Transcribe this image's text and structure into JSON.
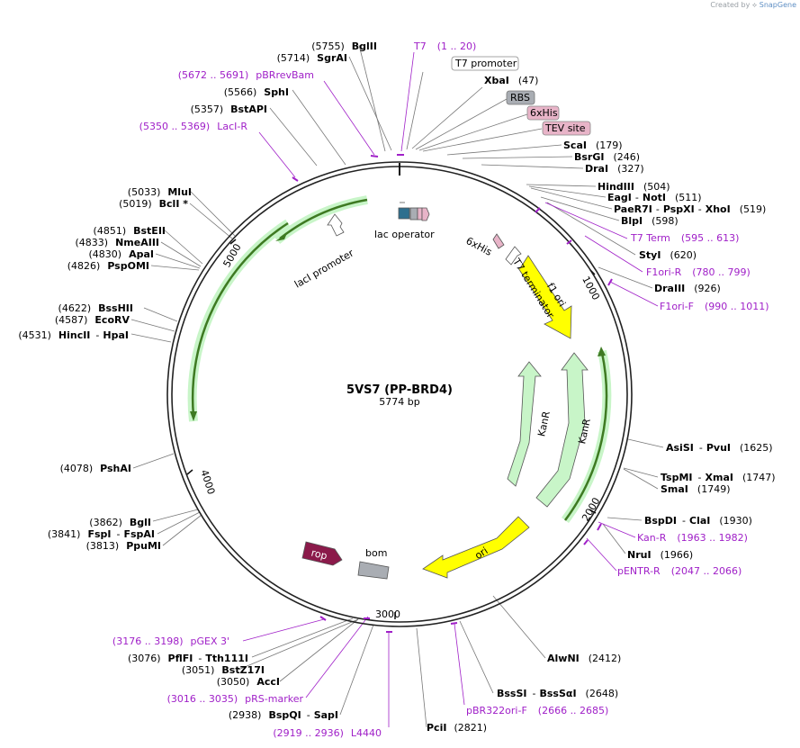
{
  "header": {
    "created_by": "Created by",
    "brand": "SnapGene"
  },
  "plasmid": {
    "name": "5VS7 (PP-BRD4)",
    "size": "5774 bp"
  },
  "ticks": [
    "1000",
    "2000",
    "3000",
    "4000",
    "5000"
  ],
  "feature_labels": {
    "lac_operator": "lac operator",
    "laci_promoter": "lacI promoter",
    "six_his": "6xHis",
    "t7_terminator": "T7 terminator",
    "f1_ori": "f1 ori",
    "kanr_1": "KanR",
    "kanr_2": "KanR",
    "ori": "ori",
    "rop": "rop",
    "bom": "bom"
  },
  "boxed_labels": {
    "t7_promoter": "T7 promoter",
    "rbs": "RBS",
    "six_his": "6xHis",
    "tev_site": "TEV site"
  },
  "right_sites": {
    "xbai": {
      "name": "XbaI",
      "pos": "(47)"
    },
    "scai": {
      "name": "ScaI",
      "pos": "(179)"
    },
    "bsrgi": {
      "name": "BsrGI",
      "pos": "(246)"
    },
    "drai": {
      "name": "DraI",
      "pos": "(327)"
    },
    "hindiii": {
      "name": "HindIII",
      "pos": "(504)"
    },
    "eagi": {
      "name": "EagI",
      "sep": "-",
      "name2": "NotI",
      "pos": "(511)"
    },
    "pae": {
      "name": "PaeR7I",
      "sep": "-",
      "name2": "PspXI",
      "sep2": "-",
      "name3": "XhoI",
      "pos": "(519)"
    },
    "blpi": {
      "name": "BlpI",
      "pos": "(598)"
    },
    "styi": {
      "name": "StyI",
      "pos": "(620)"
    },
    "draiii": {
      "name": "DraIII",
      "pos": "(926)"
    },
    "asisi": {
      "name": "AsiSI",
      "sep": "-",
      "name2": "PvuI",
      "pos": "(1625)"
    },
    "tspmi": {
      "name": "TspMI",
      "sep": "-",
      "name2": "XmaI",
      "pos": "(1747)"
    },
    "smai": {
      "name": "SmaI",
      "pos": "(1749)"
    },
    "bspdi": {
      "name": "BspDI",
      "sep": "-",
      "name2": "ClaI",
      "pos": "(1930)"
    },
    "srui": {
      "name": "NruI",
      "pos": "(1966)"
    },
    "alwni": {
      "name": "AlwNI",
      "pos": "(2412)"
    },
    "bsssi": {
      "name": "BssSI",
      "sep": "-",
      "name2": "BssSαI",
      "pos": "(2648)"
    },
    "pcii": {
      "name": "PciI",
      "pos": "(2821)"
    }
  },
  "left_sites": {
    "bglii": {
      "pos": "(5755)",
      "name": "BglII"
    },
    "sgrai": {
      "pos": "(5714)",
      "name": "SgrAI"
    },
    "sphi": {
      "pos": "(5566)",
      "name": "SphI"
    },
    "bstapi": {
      "pos": "(5357)",
      "name": "BstAPI"
    },
    "mlui": {
      "pos": "(5033)",
      "name": "MluI"
    },
    "bcli": {
      "pos": "(5019)",
      "name": "BclI *"
    },
    "bsteii": {
      "pos": "(4851)",
      "name": "BstEII"
    },
    "nmeaiii": {
      "pos": "(4833)",
      "name": "NmeAIII"
    },
    "apai": {
      "pos": "(4830)",
      "name": "ApaI"
    },
    "pspomi": {
      "pos": "(4826)",
      "name": "PspOMI"
    },
    "bsshii": {
      "pos": "(4622)",
      "name": "BssHII"
    },
    "ecorv": {
      "pos": "(4587)",
      "name": "EcoRV"
    },
    "hincii": {
      "pos": "(4531)",
      "name": "HincII",
      "sep": "-",
      "name2": "HpaI"
    },
    "psha1": {
      "pos": "(4078)",
      "name": "PshAI"
    },
    "bgli": {
      "pos": "(3862)",
      "name": "BglI"
    },
    "fspi": {
      "pos": "(3841)",
      "name": "FspI",
      "sep": "-",
      "name2": "FspAI"
    },
    "ppumi": {
      "pos": "(3813)",
      "name": "PpuMI"
    },
    "pflfi": {
      "pos": "(3076)",
      "name": "PflFI",
      "sep": "-",
      "name2": "Tth111I"
    },
    "bstz17i": {
      "pos": "(3051)",
      "name": "BstZ17I"
    },
    "acci": {
      "pos": "(3050)",
      "name": "AccI"
    },
    "bspqi": {
      "pos": "(2938)",
      "name": "BspQI",
      "sep": "-",
      "name2": "SapI"
    }
  },
  "primers": {
    "t7": {
      "name": "T7",
      "range": "(1 .. 20)"
    },
    "pbrrevbam": {
      "range": "(5672 .. 5691)",
      "name": "pBRrevBam"
    },
    "laci_r": {
      "range": "(5350 .. 5369)",
      "name": "LacI-R"
    },
    "t7_term": {
      "name": "T7 Term",
      "range": "(595 .. 613)"
    },
    "f1ori_r": {
      "name": "F1ori-R",
      "range": "(780 .. 799)"
    },
    "f1ori_f": {
      "name": "F1ori-F",
      "range": "(990 .. 1011)"
    },
    "kan_r": {
      "name": "Kan-R",
      "range": "(1963 .. 1982)"
    },
    "pentr_r": {
      "name": "pENTR-R",
      "range": "(2047 .. 2066)"
    },
    "pbr322": {
      "name": "pBR322ori-F",
      "range": "(2666 .. 2685)"
    },
    "pgex3": {
      "range": "(3176 .. 3198)",
      "name": "pGEX 3'"
    },
    "prs": {
      "range": "(3016 .. 3035)",
      "name": "pRS-marker"
    },
    "l4440": {
      "range": "(2919 .. 2936)",
      "name": "L4440"
    }
  },
  "colors": {
    "backbone": "#222222",
    "primer": "#a020c8",
    "feature_green": "#c8f5c8",
    "feature_green_stroke": "#4a8a2a",
    "ori_yellow": "#ffff00",
    "rop_maroon": "#8b1a4a",
    "bom_gray": "#a9adb3",
    "lac_blue": "#2e6f8e",
    "tev_pink": "#e8b4c8"
  }
}
